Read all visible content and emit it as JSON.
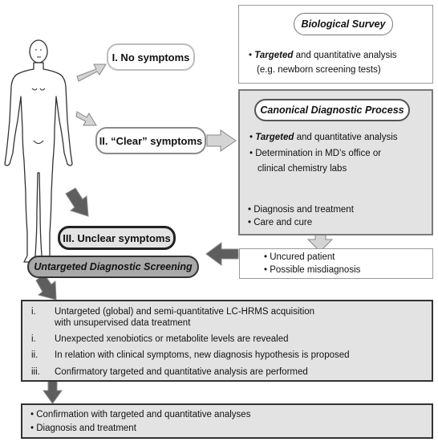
{
  "nodes": {
    "no_symptoms": "I. No symptoms",
    "clear_symptoms": "II. “Clear” symptoms",
    "unclear_symptoms": "III.  Unclear symptoms",
    "untargeted_screening": "Untargeted Diagnostic Screening"
  },
  "biological_survey": {
    "title": "Biological Survey",
    "line1_emph": "Targeted",
    "line1_rest": " and quantitative analysis",
    "line2": "(e.g. newborn screening tests)"
  },
  "canonical": {
    "title": "Canonical Diagnostic Process",
    "line1_emph": "Targeted",
    "line1_rest": " and quantitative analysis",
    "line2a": "Determination in MD’s office or",
    "line2b": "clinical chemistry labs",
    "line3": "Diagnosis and treatment",
    "line4": "Care and cure"
  },
  "uncured": {
    "line1": "Uncured patient",
    "line2": "Possible misdiagnosis"
  },
  "screening_steps": [
    {
      "num": "i.",
      "text_a": "Untargeted (global) and semi-quantitative LC-HRMS acquisition",
      "text_b": "with unsupervised data treatment"
    },
    {
      "num": "i.",
      "text_a": "Unexpected xenobiotics or metabolite levels are revealed"
    },
    {
      "num": "ii.",
      "text_a": "In relation with clinical symptoms, new diagnosis hypothesis is proposed"
    },
    {
      "num": "iii.",
      "text_a": "Confirmatory targeted and quantitative analysis are performed"
    }
  ],
  "final": {
    "line1": "Confirmation with targeted and quantitative analyses",
    "line2": "Diagnosis and treatment"
  },
  "colors": {
    "panel_gray": "#e3e3e3",
    "arrow_light": "#d4d4d4",
    "arrow_dark": "#5e5e5e"
  }
}
